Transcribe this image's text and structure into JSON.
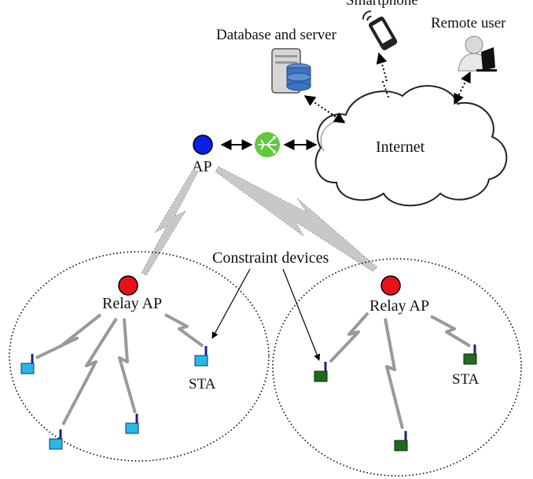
{
  "labels": {
    "cut_top": "Smartphone",
    "database": "Database and server",
    "remote_user": "Remote user",
    "internet": "Internet",
    "ap": "AP",
    "relay_left": "Relay AP",
    "relay_right": "Relay AP",
    "constraint": "Constraint devices",
    "sta_left": "STA",
    "sta_right": "STA"
  },
  "colors": {
    "ap": "#0a1ee6",
    "relay": "#e8101a",
    "gateway": "#5ec93a",
    "sta_left": "#29b6e8",
    "sta_right": "#1e6b1e",
    "link": "#a8a8a8",
    "antenna": "#1a237e"
  },
  "icons": {
    "gateway": "router-icon",
    "database": "server-database-icon",
    "phone": "smartphone-icon",
    "user": "remote-user-laptop-icon"
  }
}
